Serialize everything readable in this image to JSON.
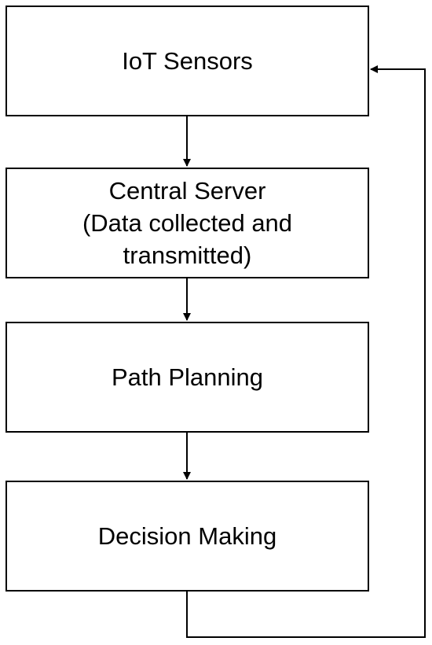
{
  "nodes": [
    {
      "id": "iot-sensors",
      "label": "IoT Sensors"
    },
    {
      "id": "central-server",
      "label": "Central Server\n(Data collected and\ntransmitted)"
    },
    {
      "id": "path-planning",
      "label": "Path Planning"
    },
    {
      "id": "decision-making",
      "label": "Decision Making"
    }
  ],
  "edges": [
    {
      "from": "iot-sensors",
      "to": "central-server"
    },
    {
      "from": "central-server",
      "to": "path-planning"
    },
    {
      "from": "path-planning",
      "to": "decision-making"
    },
    {
      "from": "decision-making",
      "to": "iot-sensors"
    }
  ],
  "colors": {
    "stroke": "#000000",
    "box_fill": "#ffffff",
    "text": "#000000"
  }
}
